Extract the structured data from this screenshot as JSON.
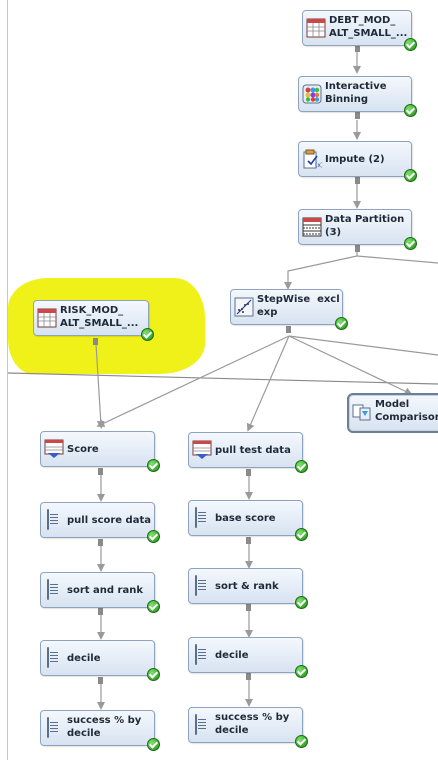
{
  "nodes": [
    {
      "id": "debt",
      "label": "DEBT_MOD_\nALT_SMALL_...",
      "icon": "data-source-icon",
      "status": "completed"
    },
    {
      "id": "binning",
      "label": "Interactive\nBinning",
      "icon": "interactive-binning-icon",
      "status": "completed"
    },
    {
      "id": "impute",
      "label": "Impute (2)",
      "icon": "impute-icon",
      "status": "completed"
    },
    {
      "id": "partition",
      "label": "Data Partition\n(3)",
      "icon": "data-partition-icon",
      "status": "completed"
    },
    {
      "id": "stepwise",
      "label": "StepWise  excl\nexp",
      "icon": "regression-icon",
      "status": "completed"
    },
    {
      "id": "risk",
      "label": "RISK_MOD_\nALT_SMALL_...",
      "icon": "data-source-icon",
      "status": "completed"
    },
    {
      "id": "modelcomp",
      "label": "Model\nComparison (",
      "icon": "model-comparison-icon",
      "status": "none"
    },
    {
      "id": "score",
      "label": "Score",
      "icon": "score-icon",
      "status": "completed"
    },
    {
      "id": "pulltest",
      "label": "pull test data",
      "icon": "score-icon",
      "status": "completed"
    },
    {
      "id": "pullscore",
      "label": "pull score data",
      "icon": "sas-code-icon",
      "status": "completed"
    },
    {
      "id": "basescore",
      "label": "base score",
      "icon": "sas-code-icon",
      "status": "completed"
    },
    {
      "id": "sortrank1",
      "label": "sort and rank",
      "icon": "sas-code-icon",
      "status": "completed"
    },
    {
      "id": "sortrank2",
      "label": "sort & rank",
      "icon": "sas-code-icon",
      "status": "completed"
    },
    {
      "id": "decile1",
      "label": "decile",
      "icon": "sas-code-icon",
      "status": "completed"
    },
    {
      "id": "decile2",
      "label": "decile",
      "icon": "sas-code-icon",
      "status": "completed"
    },
    {
      "id": "success1",
      "label": "success % by\ndecile",
      "icon": "sas-code-icon",
      "status": "completed"
    },
    {
      "id": "success2",
      "label": "success % by\ndecile",
      "icon": "sas-code-icon",
      "status": "completed"
    }
  ],
  "colors": {
    "highlight": "#f1f11a",
    "node_border": "#8ea3bd",
    "check": "#2ea01f",
    "link": "#9a9a9a"
  }
}
